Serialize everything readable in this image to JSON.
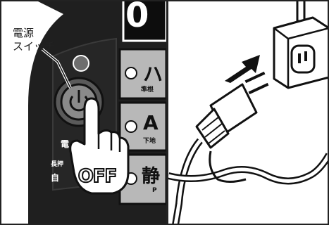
{
  "callout": {
    "line1": "電源",
    "line2": "スイッチ"
  },
  "display_digit": "0",
  "modes": [
    {
      "big": "ハ",
      "small": "準根"
    },
    {
      "big": "A",
      "small": "下地"
    },
    {
      "big": "静",
      "small": "P"
    }
  ],
  "panel_text": {
    "dian": "電",
    "long_press": "長押",
    "zi": "自"
  },
  "status_label": "OFF",
  "colors": {
    "panel": "#1f1f1f",
    "mode_cell": "#b8b8b8",
    "button_ring": "#5a5a5a",
    "outline": "#111111"
  },
  "icons": {
    "power": "power-icon",
    "hand": "pointing-hand-icon",
    "plug": "power-plug-icon",
    "outlet": "wall-outlet-icon",
    "arrow": "insert-arrow-icon"
  }
}
